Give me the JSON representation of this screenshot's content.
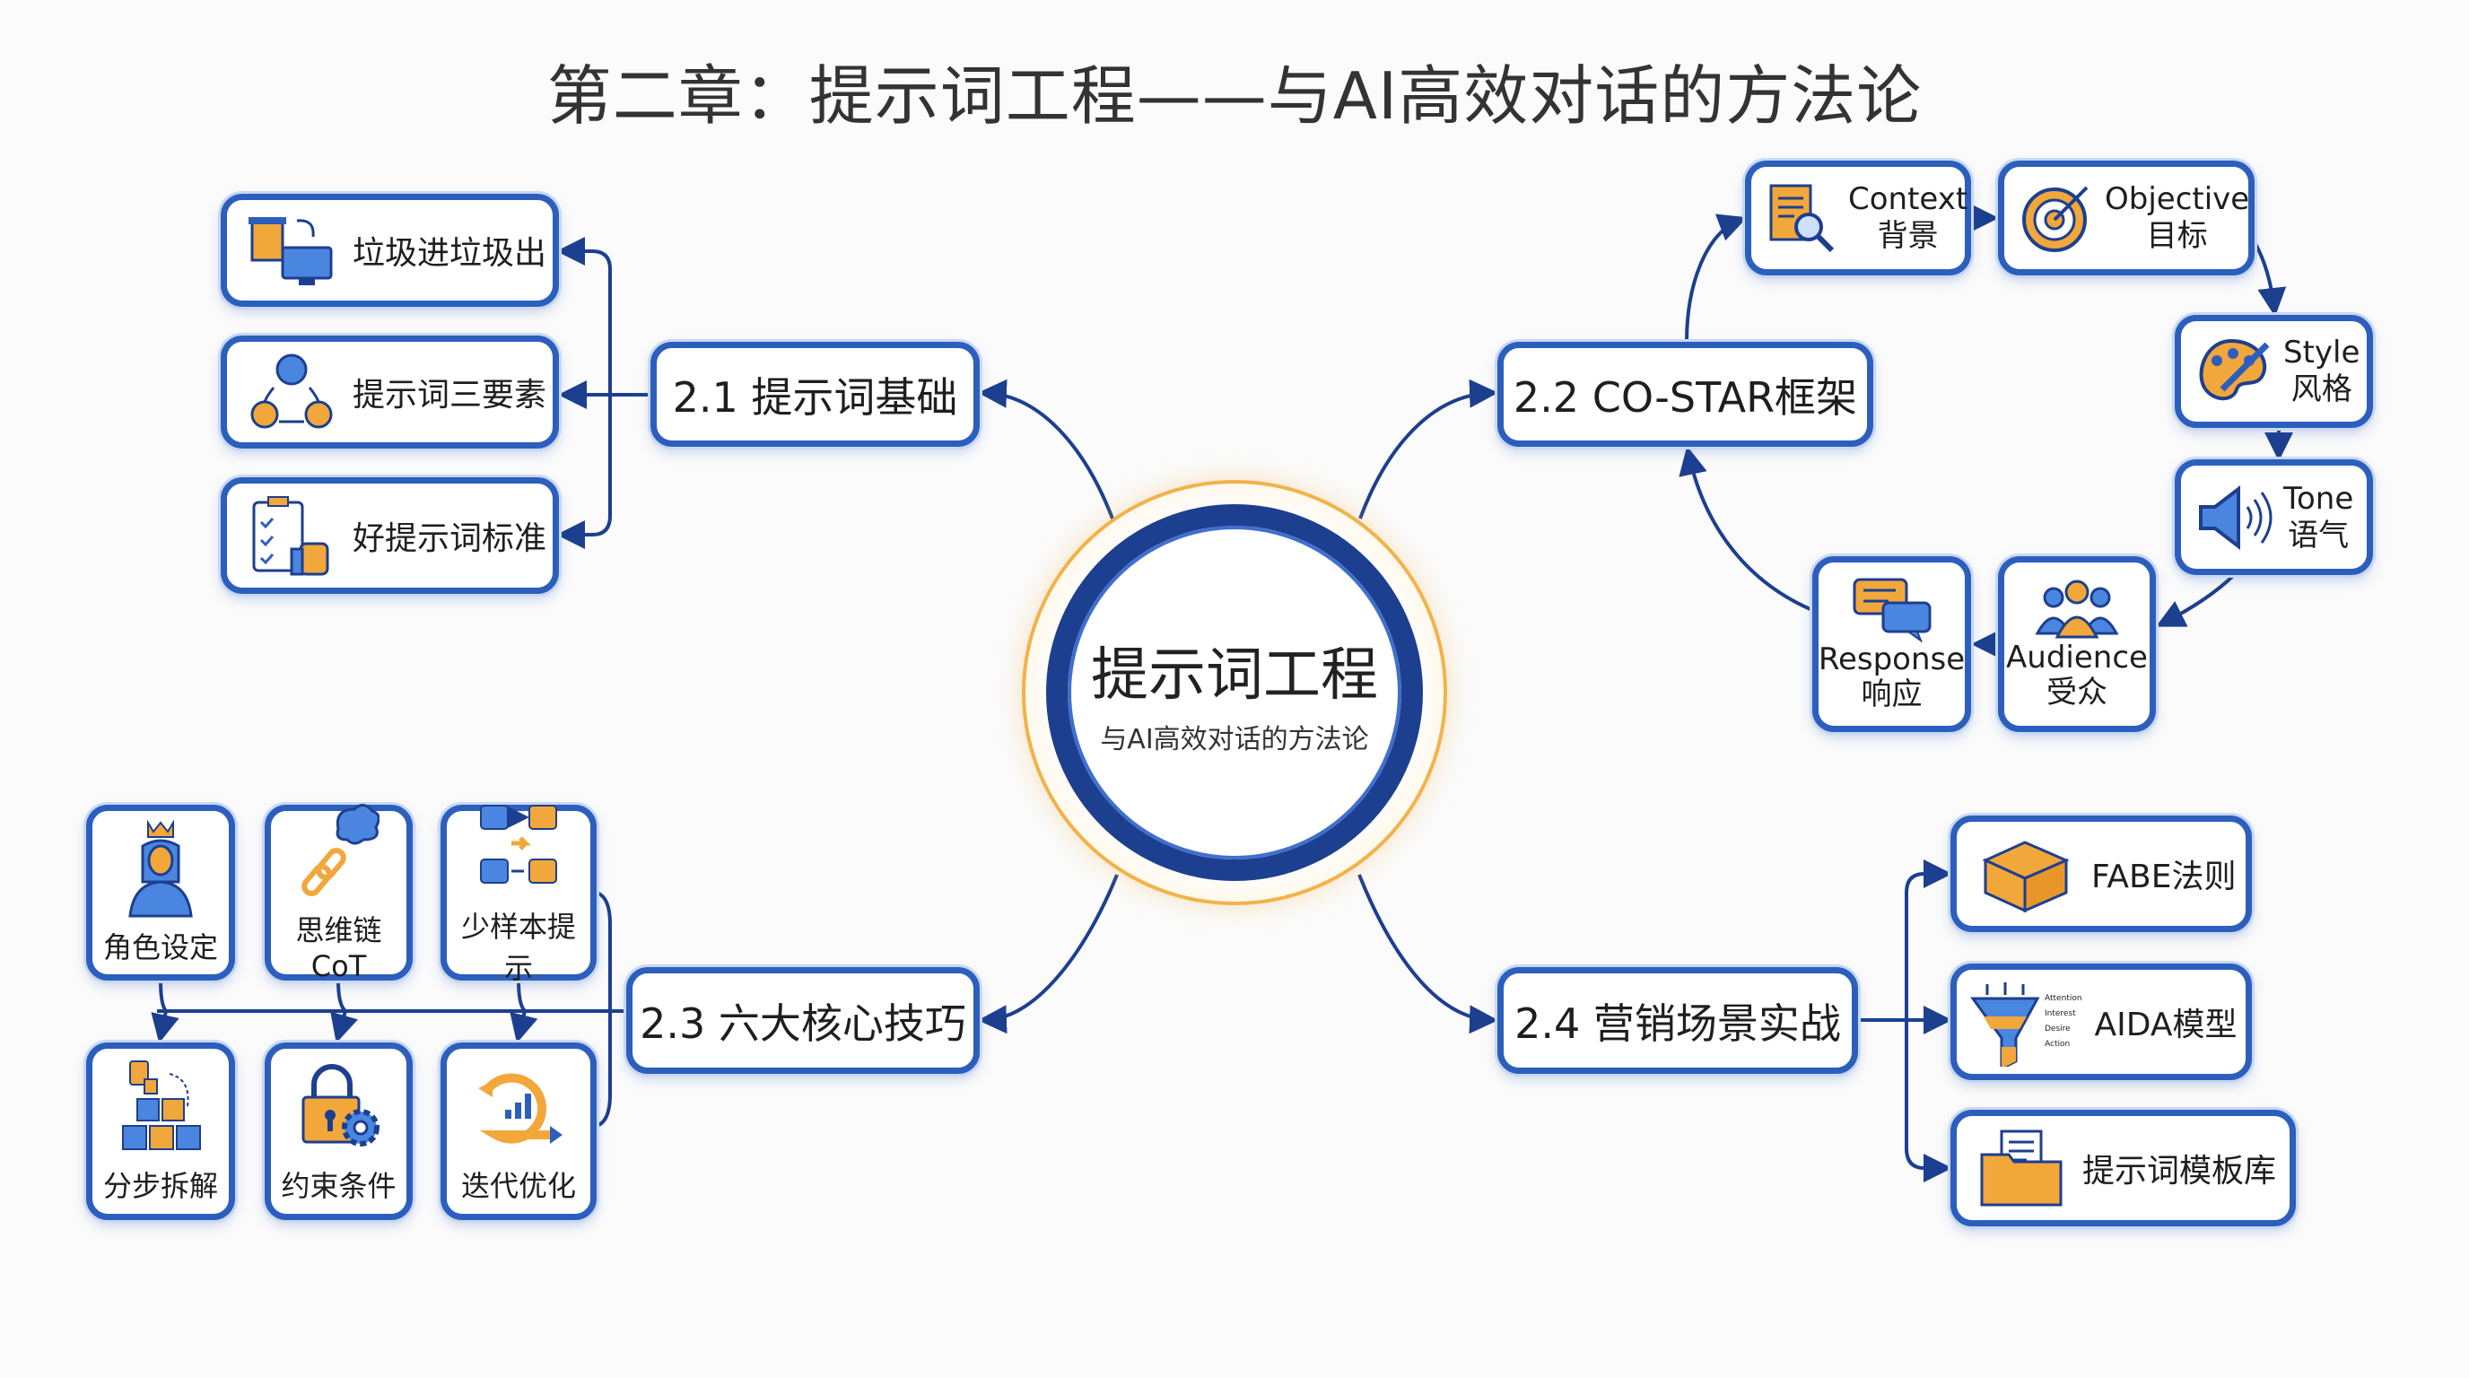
{
  "title": "第二章：提示词工程——与AI高效对话的方法论",
  "center": {
    "title": "提示词工程",
    "subtitle": "与AI高效对话的方法论"
  },
  "colors": {
    "blue": "#2c5fbd",
    "navy": "#1d3f8f",
    "orange": "#f2a73b"
  },
  "sections": {
    "s21": {
      "label": "2.1 提示词基础",
      "items": [
        "垃圾进垃圾出",
        "提示词三要素",
        "好提示词标准"
      ]
    },
    "s22": {
      "label": "2.2 CO-STAR框架",
      "items": [
        {
          "en": "Context",
          "zh": "背景"
        },
        {
          "en": "Objective",
          "zh": "目标"
        },
        {
          "en": "Style",
          "zh": "风格"
        },
        {
          "en": "Tone",
          "zh": "语气"
        },
        {
          "en": "Audience",
          "zh": "受众"
        },
        {
          "en": "Response",
          "zh": "响应"
        }
      ]
    },
    "s23": {
      "label": "2.3 六大核心技巧",
      "items": [
        "角色设定",
        "思维链CoT",
        "少样本提示",
        "分步拆解",
        "约束条件",
        "迭代优化"
      ]
    },
    "s24": {
      "label": "2.4 营销场景实战",
      "items": [
        "FABE法则",
        "AIDA模型",
        "提示词模板库"
      ],
      "aida_stages": [
        "Attention",
        "Interest",
        "Desire",
        "Action"
      ]
    }
  }
}
